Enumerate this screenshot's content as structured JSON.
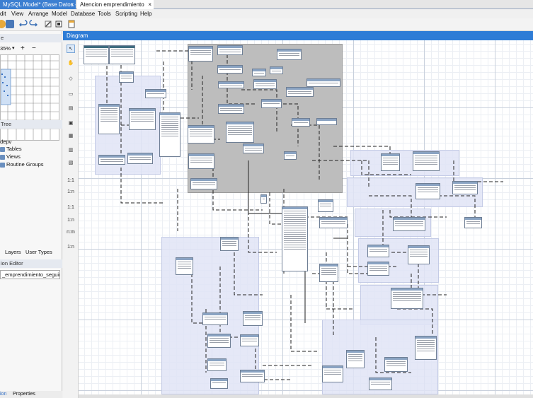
{
  "tabs": [
    {
      "label": "MySQL Model* (Base Datos - CDE...",
      "close": "x"
    },
    {
      "label": "Atencion emprendimiento",
      "close": "×"
    }
  ],
  "menu": [
    "dit",
    "View",
    "Arrange",
    "Model",
    "Database",
    "Tools",
    "Scripting",
    "Help"
  ],
  "left_panel": {
    "navigator_title": "e",
    "zoom_value": "35%",
    "zoom_in": "+",
    "zoom_out": "−",
    "tree_title": "Tree",
    "schema_name": "depv",
    "tree_items": [
      "Tables",
      "Views",
      "Routine Groups"
    ],
    "tabs": [
      "Layers",
      "User Types"
    ],
    "editor_title": "ion Editor",
    "selected_object": "_emprendimiento_seguimie",
    "bottom_tabs": [
      "ion",
      "Properties"
    ]
  },
  "diagram": {
    "title": "Diagram",
    "palette": [
      "cursor",
      "hand",
      "eraser",
      "layer",
      "note",
      "image",
      "table",
      "view",
      "routine-group",
      "1:1",
      "1:n",
      "1:1",
      "1:n",
      "n:m",
      "1:n"
    ]
  },
  "colors": {
    "accent": "#2e7cd6",
    "active_tab": "#3c7fd1",
    "table_header": "#8aa3c2",
    "layer_fill": "#e0e4f6",
    "layer_gray": "#bdbdbd"
  }
}
